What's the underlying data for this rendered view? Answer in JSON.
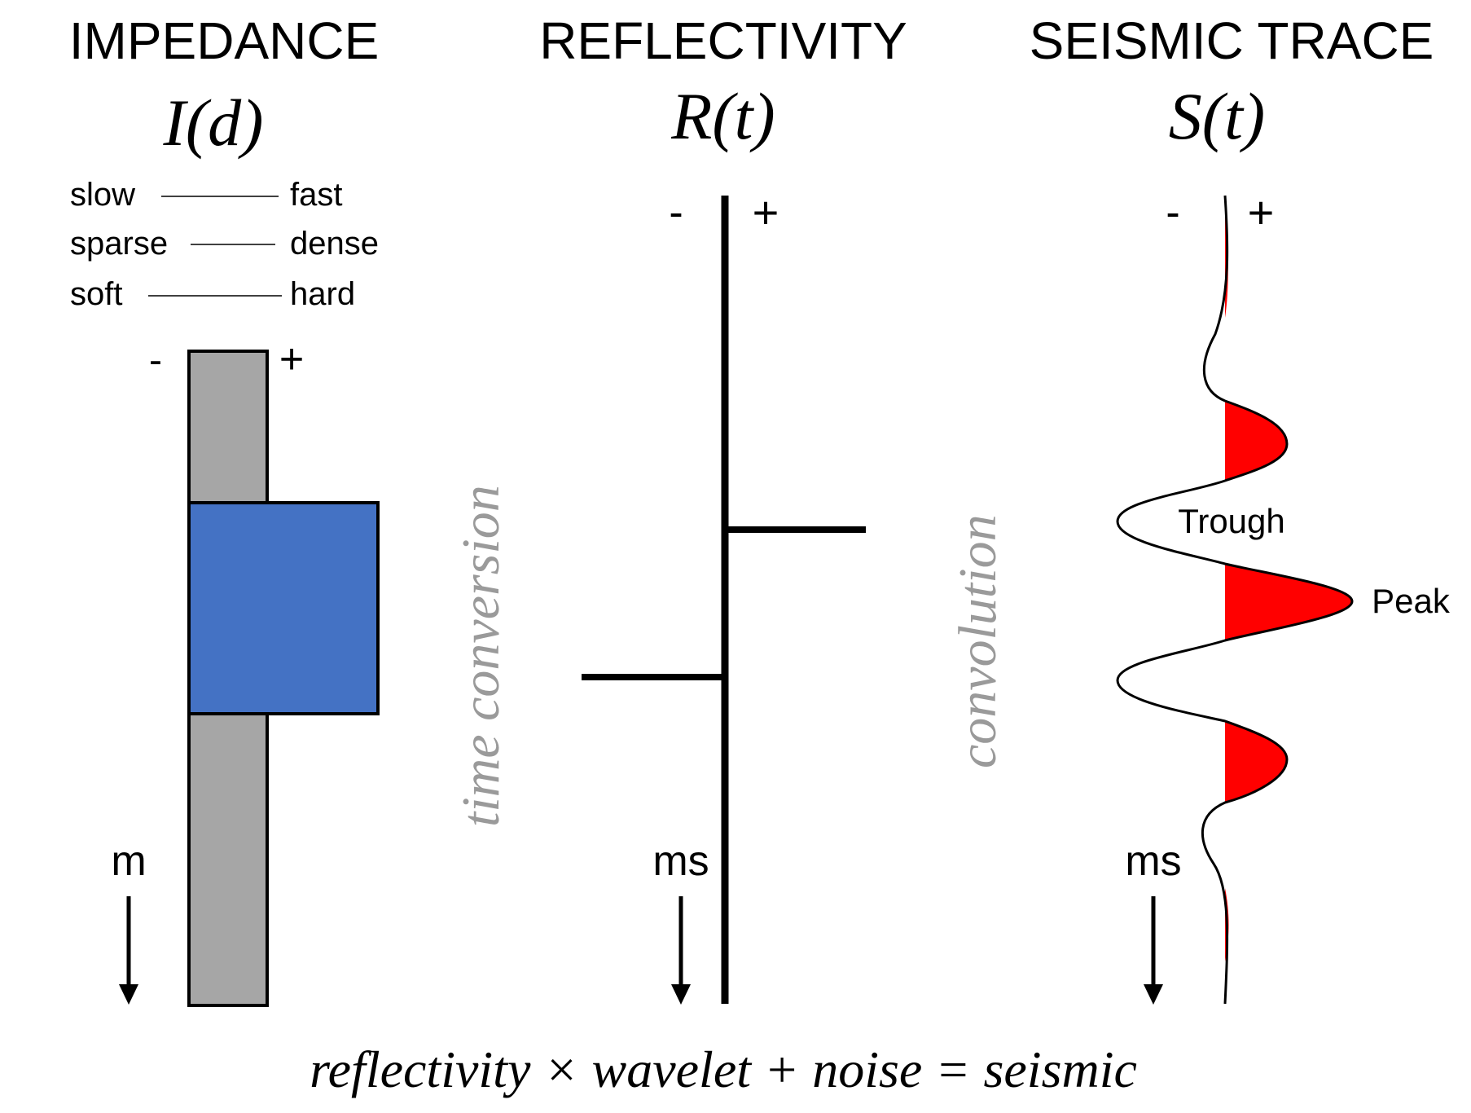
{
  "columns": {
    "impedance": {
      "title": "IMPEDANCE",
      "function": "I(d)",
      "properties": [
        {
          "low": "slow",
          "high": "fast"
        },
        {
          "low": "sparse",
          "high": "dense"
        },
        {
          "low": "soft",
          "high": "hard"
        }
      ],
      "minus_sign": "-",
      "plus_sign": "+",
      "depth_unit": "m"
    },
    "reflectivity": {
      "title": "REFLECTIVITY",
      "function": "R(t)",
      "minus_sign": "-",
      "plus_sign": "+",
      "time_unit": "ms"
    },
    "seismic_trace": {
      "title": "SEISMIC TRACE",
      "function": "S(t)",
      "minus_sign": "-",
      "plus_sign": "+",
      "time_unit": "ms",
      "trough_label": "Trough",
      "peak_label": "Peak"
    }
  },
  "processes": {
    "time_conversion": "time conversion",
    "convolution": "convolution"
  },
  "equation": "reflectivity × wavelet + noise = seismic",
  "colors": {
    "background": "#ffffff",
    "impedance_base": "#a6a6a6",
    "impedance_high": "#4472c4",
    "peak_fill": "#ff0000",
    "line": "#000000",
    "process_text": "#9a9a9a"
  }
}
